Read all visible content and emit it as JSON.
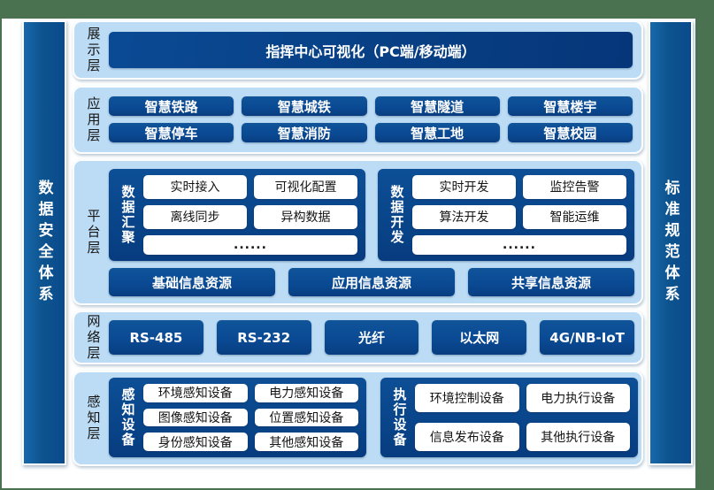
{
  "colors": {
    "frame_green": "#4a7150",
    "panel_light_blue": "#bcdcf5",
    "box_dark_blue": "#0a4a94",
    "pillar_blue": "#0d548f",
    "white": "#ffffff"
  },
  "pillars": {
    "left": "数据安全体系",
    "right": "标准规范体系"
  },
  "layers": {
    "display": {
      "label": "展示层",
      "box": "指挥中心可视化（PC端/移动端）"
    },
    "application": {
      "label": "应用层",
      "items": [
        "智慧铁路",
        "智慧城铁",
        "智慧隧道",
        "智慧楼宇",
        "智慧停车",
        "智慧消防",
        "智慧工地",
        "智慧校园"
      ]
    },
    "platform": {
      "label": "平台层",
      "groups": [
        {
          "label": "数据汇聚",
          "items": [
            "实时接入",
            "可视化配置",
            "离线同步",
            "异构数据"
          ],
          "more": "......"
        },
        {
          "label": "数据开发",
          "items": [
            "实时开发",
            "监控告警",
            "算法开发",
            "智能运维"
          ],
          "more": "......"
        }
      ],
      "resources": [
        "基础信息资源",
        "应用信息资源",
        "共享信息资源"
      ]
    },
    "network": {
      "label": "网络层",
      "items": [
        "RS-485",
        "RS-232",
        "光纤",
        "以太网",
        "4G/NB-IoT"
      ]
    },
    "perception": {
      "label": "感知层",
      "groups": [
        {
          "label": "感知设备",
          "items": [
            "环境感知设备",
            "电力感知设备",
            "图像感知设备",
            "位置感知设备",
            "身份感知设备",
            "其他感知设备"
          ]
        },
        {
          "label": "执行设备",
          "items": [
            "环境控制设备",
            "电力执行设备",
            "信息发布设备",
            "其他执行设备"
          ]
        }
      ]
    }
  }
}
